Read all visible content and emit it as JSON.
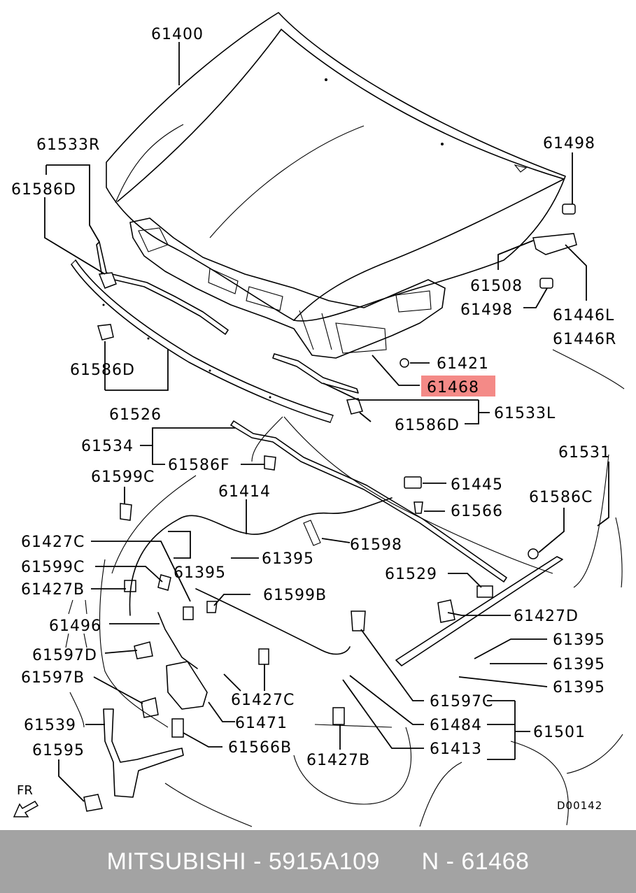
{
  "labels": {
    "p61400": "61400",
    "p61533R": "61533R",
    "p61586D_a": "61586D",
    "p61498_a": "61498",
    "p61508": "61508",
    "p61498_b": "61498",
    "p61446L": "61446L",
    "p61446R": "61446R",
    "p61421": "61421",
    "p61468": "61468",
    "p61586D_b": "61586D",
    "p61526": "61526",
    "p61586D_c": "61586D",
    "p61533L": "61533L",
    "p61534": "61534",
    "p61586F": "61586F",
    "p61599C_a": "61599C",
    "p61414": "61414",
    "p61445": "61445",
    "p61566": "61566",
    "p61531": "61531",
    "p61586C": "61586C",
    "p61427C_a": "61427C",
    "p61598": "61598",
    "p61395_a": "61395",
    "p61599C_b": "61599C",
    "p61395_b": "61395",
    "p61529": "61529",
    "p61427B_a": "61427B",
    "p61599B": "61599B",
    "p61496": "61496",
    "p61427D": "61427D",
    "p61597D": "61597D",
    "p61395_c": "61395",
    "p61395_d": "61395",
    "p61597B": "61597B",
    "p61427C_b": "61427C",
    "p61395_e": "61395",
    "p61597C": "61597C",
    "p61539": "61539",
    "p61471": "61471",
    "p61484": "61484",
    "p61501": "61501",
    "p61595": "61595",
    "p61566B": "61566B",
    "p61427B_b": "61427B",
    "p61413": "61413",
    "fr": "FR",
    "code": "D00142"
  },
  "highlight_color": "#f48a87",
  "footer": {
    "text": "MITSUBISHI - 5915A109      N - 61468",
    "background": "#a3a3a3"
  }
}
